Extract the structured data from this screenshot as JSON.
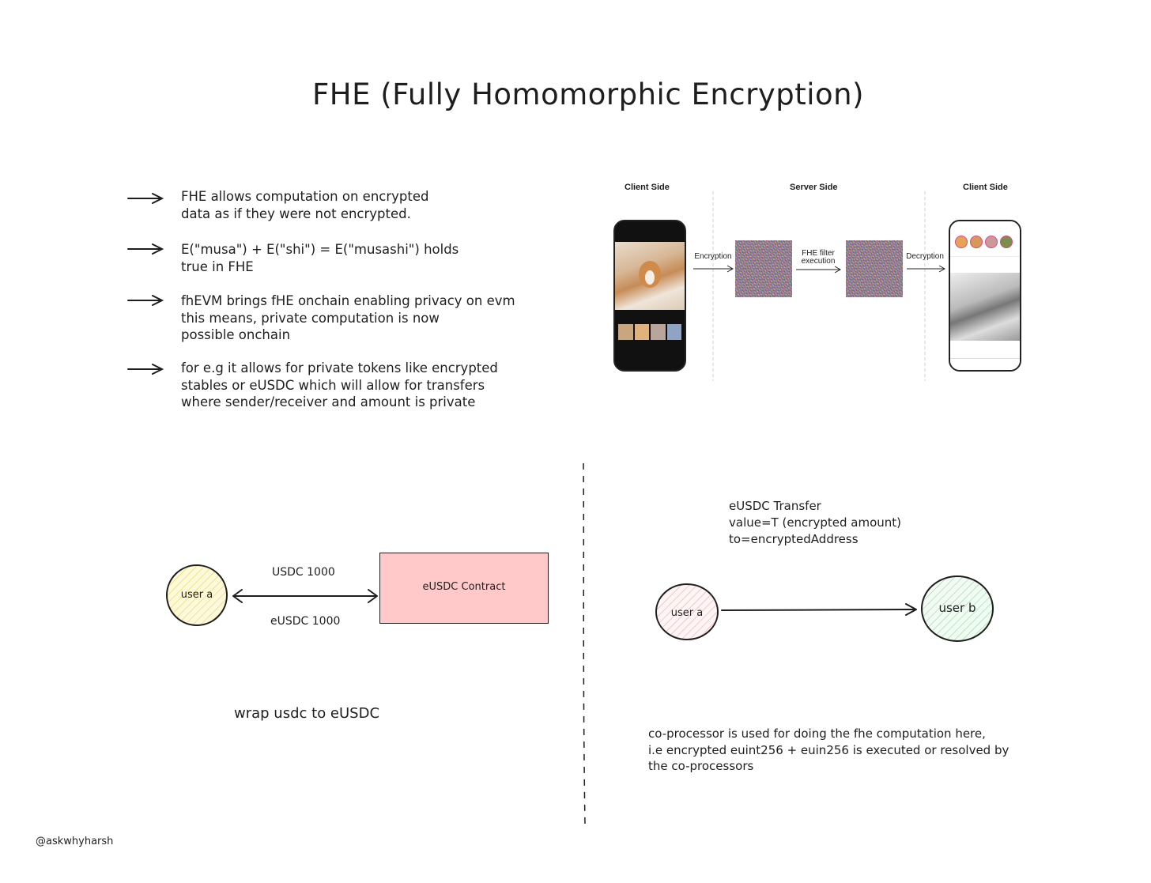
{
  "title": "FHE (Fully Homomorphic Encryption)",
  "bullets": [
    {
      "text": "FHE allows computation on encrypted\ndata as if they were not encrypted."
    },
    {
      "text": "E(\"musa\") + E(\"shi\") = E(\"musashi\") holds\ntrue in FHE"
    },
    {
      "text": "fhEVM brings fHE onchain enabling privacy on evm\nthis means, private computation is now\npossible onchain"
    },
    {
      "text": "for e.g it allows for private tokens like encrypted\nstables or eUSDC which will allow for transfers\nwhere sender/receiver and amount is private"
    }
  ],
  "figure": {
    "client_side_left": "Client Side",
    "server_side": "Server Side",
    "client_side_right": "Client Side",
    "encryption": "Encryption",
    "fhe_filter": "FHE filter\nexecution",
    "decryption": "Decryption"
  },
  "wrap": {
    "user": "user a",
    "top_label": "USDC 1000",
    "bottom_label": "eUSDC 1000",
    "contract": "eUSDC Contract",
    "caption": "wrap usdc to eUSDC",
    "colors": {
      "user_fill": "#fff9db",
      "user_hatch": "#e6d45a",
      "contract_fill": "#ffc9c9"
    }
  },
  "transfer": {
    "label": "eUSDC Transfer\nvalue=T (encrypted amount)\nto=encryptedAddress",
    "user_a": "user a",
    "user_b": "user b",
    "note": "co-processor is used for doing the fhe computation here,\ni.e encrypted  euint256  + euin256 is executed or resolved by\nthe co-processors",
    "colors": {
      "user_a_hatch": "#f0a8a8",
      "user_b_hatch": "#8fd99a"
    }
  },
  "footer": {
    "handle": "@askwhyharsh"
  }
}
